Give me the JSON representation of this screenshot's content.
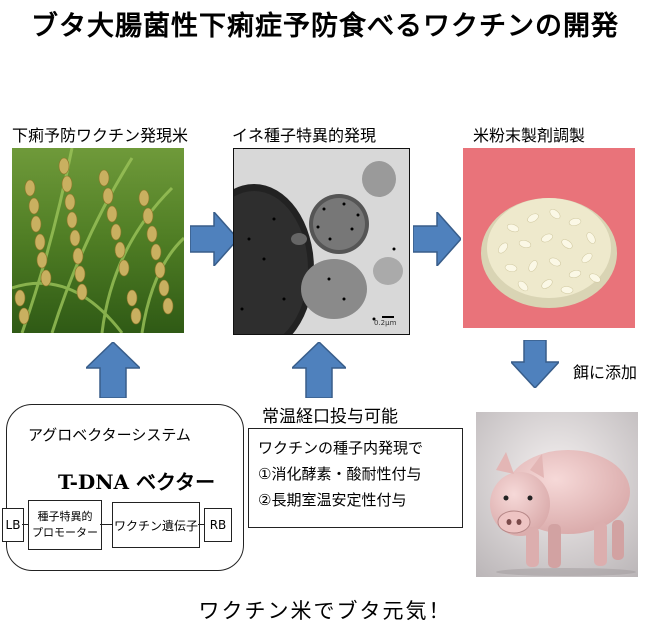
{
  "title": "ブタ大腸菌性下痢症予防食べるワクチンの開発",
  "panels": {
    "rice_plant": {
      "label": "下痢予防ワクチン発現米"
    },
    "seed_expression": {
      "label": "イネ種子特異的発現",
      "scale_text": "0.2μm"
    },
    "rice_powder": {
      "label": "米粉末製剤調製"
    },
    "pig": {
      "label": "餌に添加"
    }
  },
  "vector": {
    "system_label": "アグロベクターシステム",
    "tdna_prefix": "T-DNA",
    "tdna_suffix": "ベクター",
    "lb": "LB",
    "rb": "RB",
    "promoter_line1": "種子特異的",
    "promoter_line2": "プロモーター",
    "gene": "ワクチン遺伝子"
  },
  "oral": {
    "heading": "常温経口投与可能",
    "lines": [
      "ワクチンの種子内発現で",
      "①消化酵素・酸耐性付与",
      "②長期室温安定性付与"
    ]
  },
  "slogan": "ワクチン米でブタ元気！",
  "colors": {
    "arrow_fill": "#4f81bd",
    "arrow_stroke": "#385d8a",
    "powder_bg": "#e9737a"
  }
}
